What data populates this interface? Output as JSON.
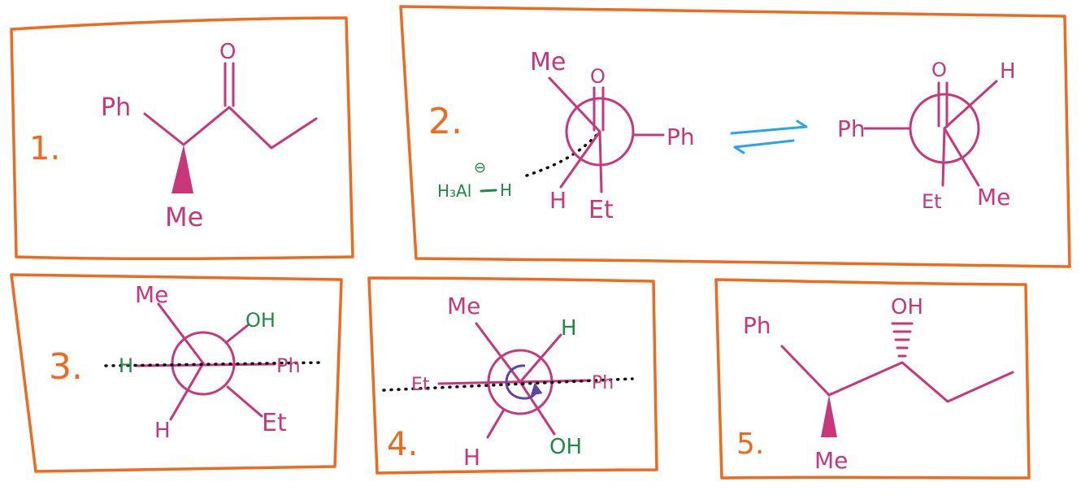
{
  "colors": {
    "box": "#ee6a1e",
    "structure": "#c8377a",
    "reagent": "#1e8a46",
    "equilibrium_arrow": "#2aa3ec",
    "rotation_arrow": "#5b45a8",
    "attack_trajectory": "#111111"
  },
  "panels": [
    {
      "number": "1.",
      "labels": {
        "carbonyl_o": "O",
        "phenyl": "Ph",
        "methyl": "Me"
      }
    },
    {
      "number": "2.",
      "reagent": {
        "charge": "⊖",
        "hydride_donor": "H₃Al",
        "hydride": "H"
      },
      "left_newman": {
        "methyl": "Me",
        "carbonyl_o": "O",
        "phenyl": "Ph",
        "hydrogen": "H",
        "ethyl": "Et"
      },
      "right_newman": {
        "carbonyl_o": "O",
        "hydrogen": "H",
        "phenyl": "Ph",
        "ethyl": "Et",
        "methyl": "Me"
      }
    },
    {
      "number": "3.",
      "labels": {
        "methyl": "Me",
        "hydroxyl": "OH",
        "new_hydrogen": "H",
        "phenyl": "Ph",
        "hydrogen": "H",
        "ethyl": "Et"
      }
    },
    {
      "number": "4.",
      "labels": {
        "methyl": "Me",
        "hydrogen_top": "H",
        "ethyl": "Et",
        "phenyl": "Ph",
        "hydrogen_bottom": "H",
        "hydroxyl": "OH"
      }
    },
    {
      "number": "5.",
      "labels": {
        "hydroxyl": "OH",
        "phenyl": "Ph",
        "methyl": "Me"
      }
    }
  ]
}
